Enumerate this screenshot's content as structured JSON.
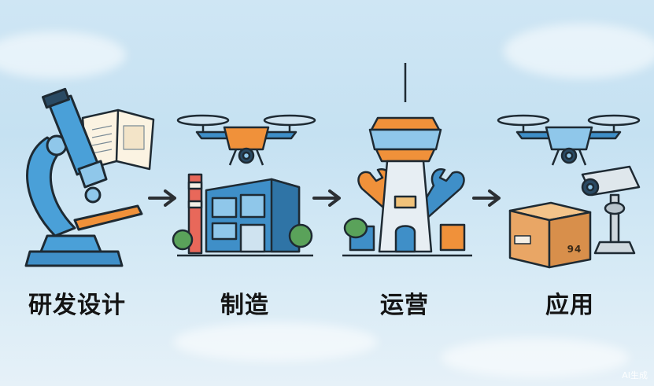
{
  "stages": [
    {
      "label": "研发设计",
      "icons": [
        "microscope-icon",
        "blueprint-book-icon"
      ]
    },
    {
      "label": "制造",
      "icons": [
        "drone-icon",
        "factory-icon"
      ]
    },
    {
      "label": "运营",
      "icons": [
        "control-tower-icon",
        "wrench-icon"
      ]
    },
    {
      "label": "应用",
      "icons": [
        "drone-icon",
        "package-box-icon",
        "security-camera-icon"
      ]
    }
  ],
  "box_marking": "94",
  "watermark": "AI生成",
  "colors": {
    "accent_blue": "#3f8fc8",
    "accent_orange": "#f0913a",
    "outline": "#1e2a33"
  }
}
